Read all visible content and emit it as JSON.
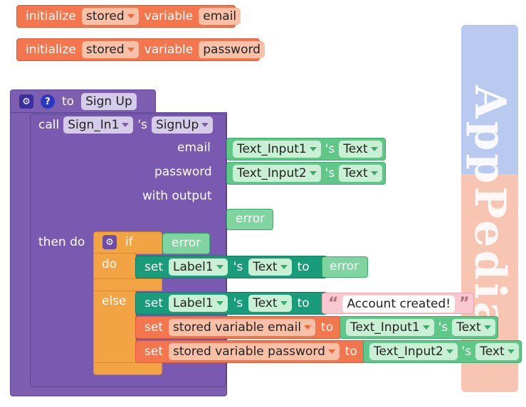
{
  "init_blocks": [
    {
      "keyword": "initialize",
      "scope": "stored",
      "middle": "variable",
      "name": "email"
    },
    {
      "keyword": "initialize",
      "scope": "stored",
      "middle": "variable",
      "name": "password"
    }
  ],
  "procedure": {
    "to": "to",
    "name": "Sign Up",
    "call": {
      "keyword": "call",
      "component": "Sign_In1",
      "possessive": "'s",
      "method": "SignUp",
      "params": [
        {
          "label": "email",
          "component": "Text_Input1",
          "possessive": "'s",
          "prop": "Text"
        },
        {
          "label": "password",
          "component": "Text_Input2",
          "possessive": "'s",
          "prop": "Text"
        }
      ],
      "with_output": "with output",
      "output_var": "error"
    },
    "then_do": "then do",
    "if_block": {
      "if_label": "if",
      "condition": "error",
      "do_label": "do",
      "else_label": "else",
      "do_set": {
        "set": "set",
        "component": "Label1",
        "possessive": "'s",
        "prop": "Text",
        "to": "to",
        "value": "error"
      },
      "else_set1": {
        "set": "set",
        "component": "Label1",
        "possessive": "'s",
        "prop": "Text",
        "to": "to",
        "value": "Account created!"
      },
      "else_set2": {
        "set": "set",
        "variable": "stored variable email",
        "to": "to",
        "component": "Text_Input1",
        "possessive": "'s",
        "prop": "Text"
      },
      "else_set3": {
        "set": "set",
        "variable": "stored variable password",
        "to": "to",
        "component": "Text_Input2",
        "possessive": "'s",
        "prop": "Text"
      }
    }
  },
  "watermark": "AppPedia",
  "icons": {
    "gear": "gear-icon",
    "help": "help-icon"
  }
}
